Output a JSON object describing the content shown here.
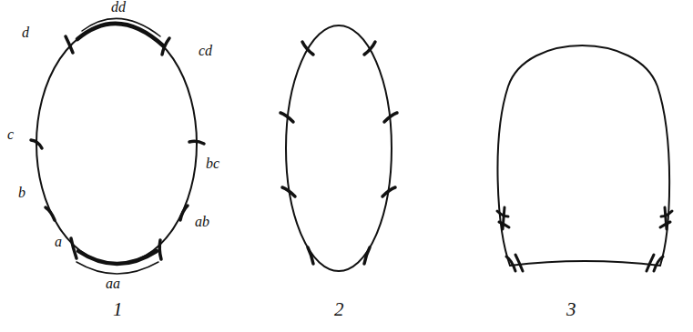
{
  "diagram": {
    "labels": [
      "d",
      "dd",
      "cd",
      "c",
      "bc",
      "b",
      "ab",
      "a",
      "aa",
      "1",
      "2",
      "3"
    ]
  }
}
